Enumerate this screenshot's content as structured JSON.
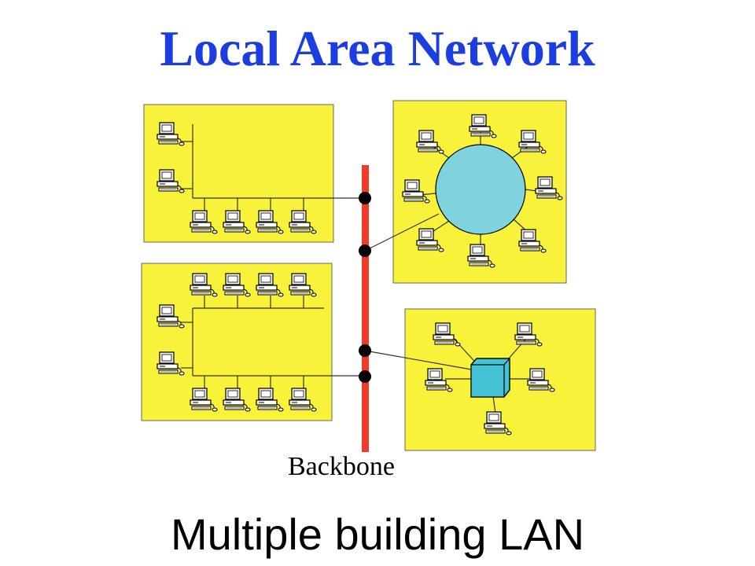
{
  "title": "Local Area Network",
  "caption": "Multiple building LAN",
  "backbone_label": "Backbone",
  "colors": {
    "title": "#1c3ee0",
    "building": "#f8f23a",
    "backbone": "#f23a2a",
    "ring": "#7fd3dd",
    "hub": "#45c2d6"
  },
  "icons": [
    "computer-icon",
    "connector-dot-icon",
    "hub-icon",
    "ring-icon"
  ]
}
